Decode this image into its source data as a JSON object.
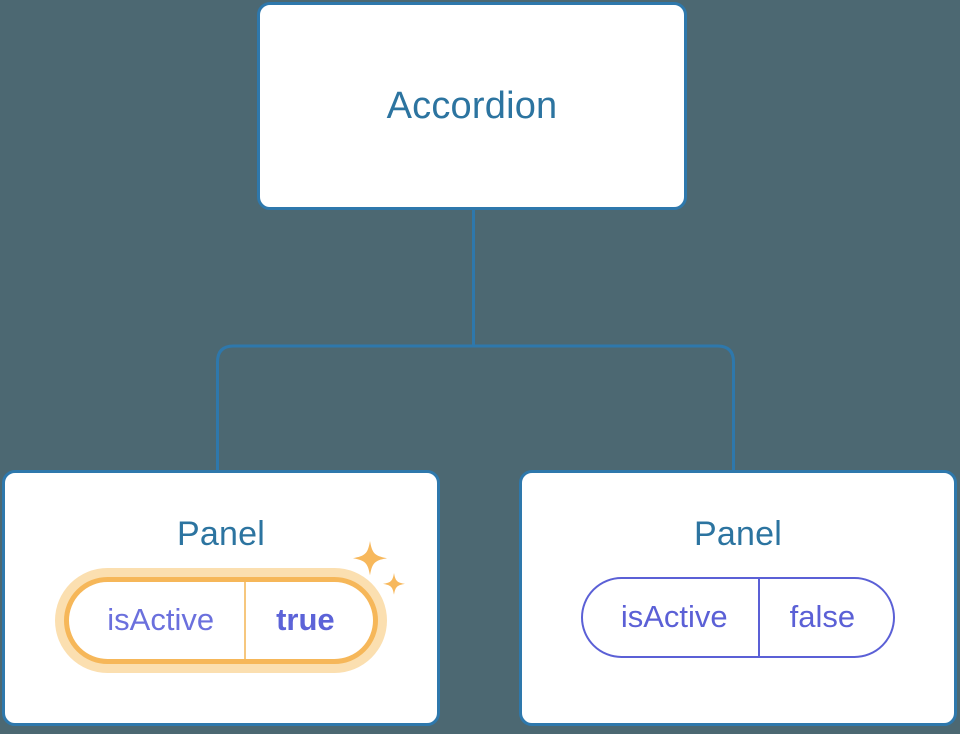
{
  "diagram": {
    "type": "component-tree",
    "background_color": "#4c6872",
    "connector_color": "#2e78ac",
    "card_border_color": "#2e78ac",
    "card_background": "#ffffff",
    "title_color": "#2c74a0"
  },
  "root": {
    "label": "Accordion"
  },
  "children": [
    {
      "label": "Panel",
      "highlighted": true,
      "prop": {
        "key": "isActive",
        "value": "true"
      },
      "highlight_color": "#f6b759",
      "halo_color": "#fbdfb0",
      "value_color": "#5c63d8",
      "sparkle_color": "#f7b85c",
      "sparkles": [
        "sparkle-large",
        "sparkle-small"
      ]
    },
    {
      "label": "Panel",
      "highlighted": false,
      "prop": {
        "key": "isActive",
        "value": "false"
      },
      "pill_border_color": "#5b60d6",
      "value_color": "#5b60d6"
    }
  ]
}
